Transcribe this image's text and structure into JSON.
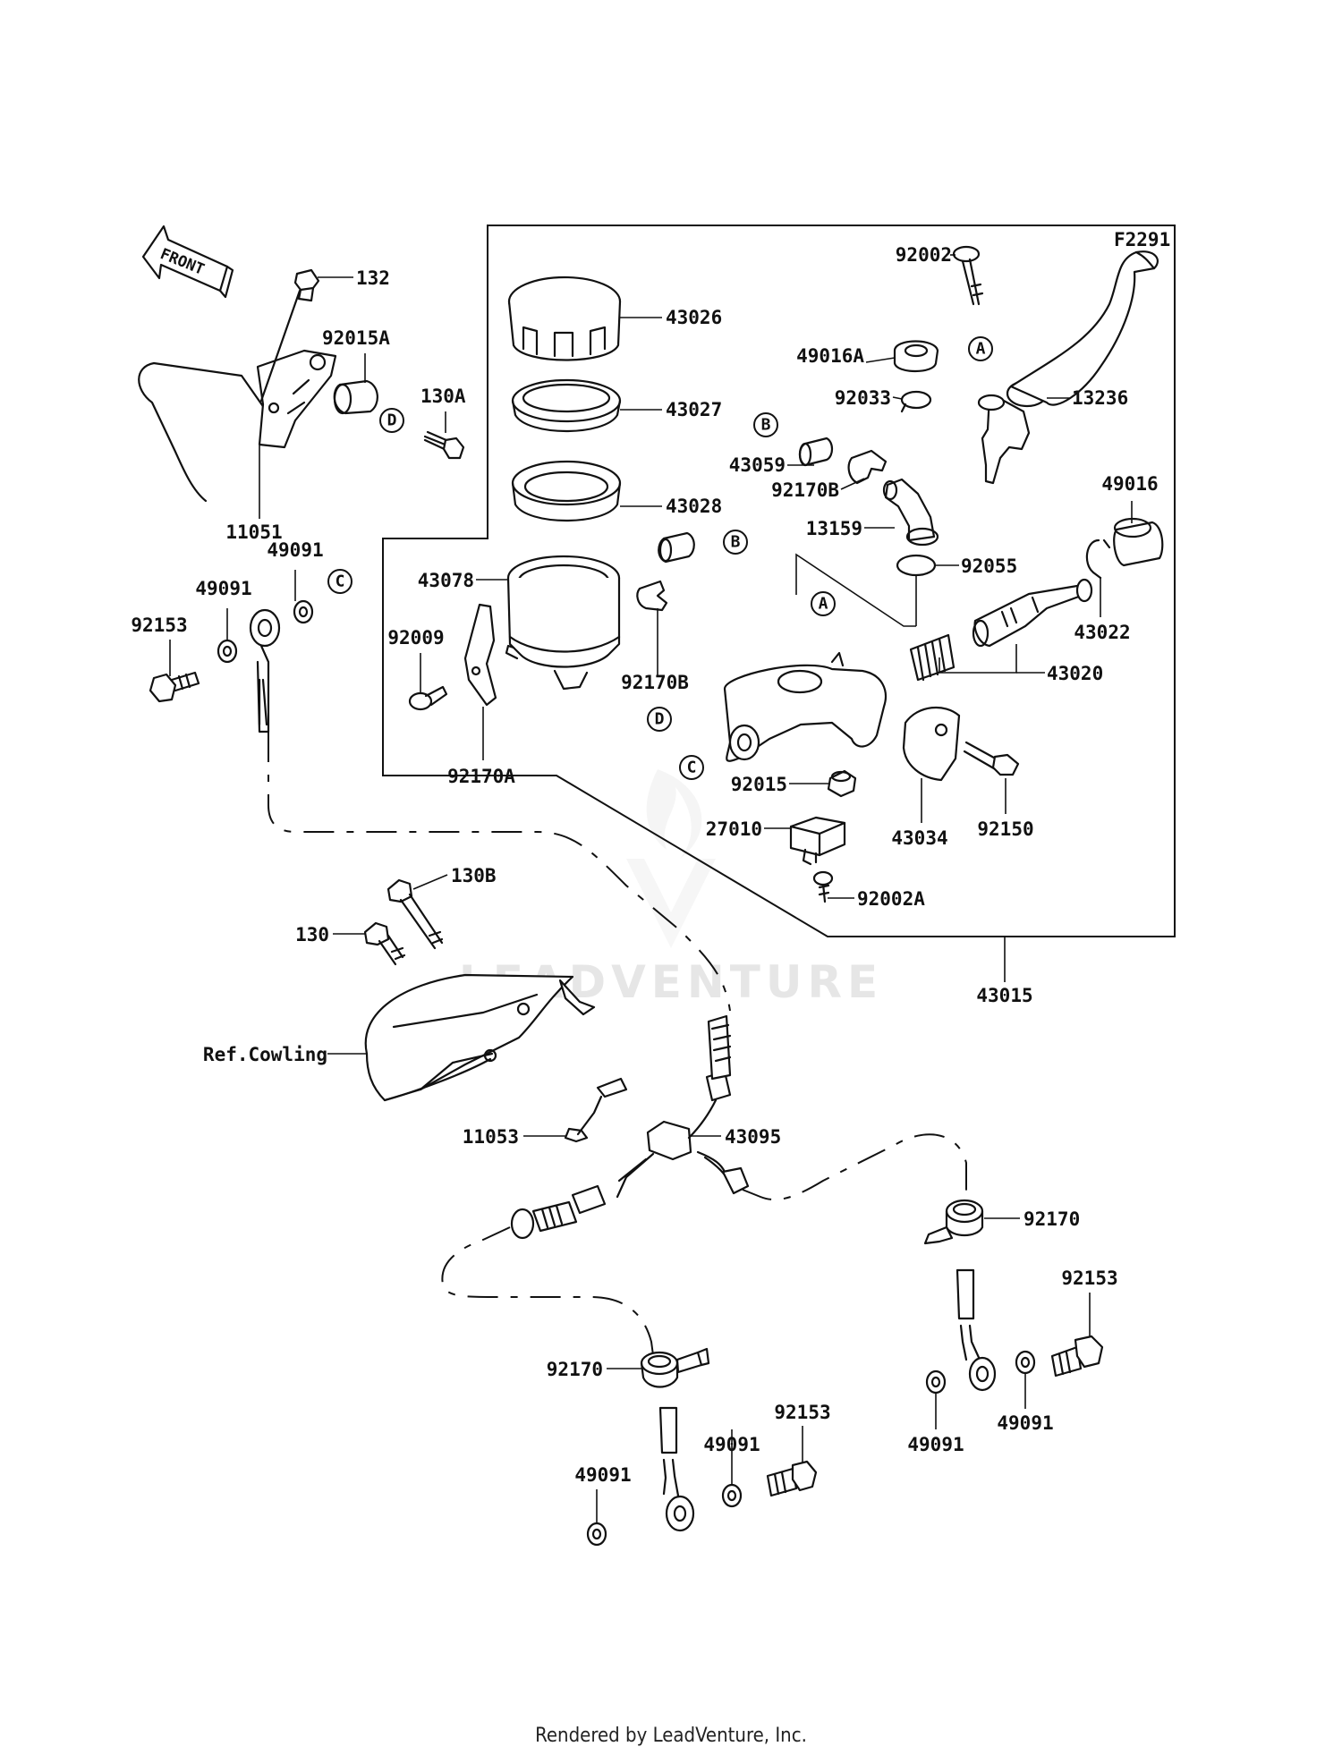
{
  "figure_code": "F2291",
  "front_label": "FRONT",
  "watermark": "LEADVENTURE",
  "footer": "Rendered by LeadVenture, Inc.",
  "ref_label": "Ref.Cowling",
  "callout_letters": [
    "A",
    "B",
    "C",
    "D"
  ],
  "parts": {
    "p132": "132",
    "p92015A": "92015A",
    "p130A": "130A",
    "p11051": "11051",
    "p49091_a": "49091",
    "p49091_b": "49091",
    "p92153_a": "92153",
    "p43026": "43026",
    "p43027": "43027",
    "p43028": "43028",
    "p43078": "43078",
    "p92009": "92009",
    "p92170A": "92170A",
    "p92170B_a": "92170B",
    "p92170B_b": "92170B",
    "p43059": "43059",
    "p49016A": "49016A",
    "p92033": "92033",
    "p13159": "13159",
    "p92002": "92002",
    "p13236": "13236",
    "p49016": "49016",
    "p92055": "92055",
    "p43022": "43022",
    "p43020": "43020",
    "p92015": "92015",
    "p27010": "27010",
    "p92002A": "92002A",
    "p43034": "43034",
    "p92150": "92150",
    "p43015": "43015",
    "p130B": "130B",
    "p130": "130",
    "p11053": "11053",
    "p43095": "43095",
    "p92170_a": "92170",
    "p92170_b": "92170",
    "p92153_b": "92153",
    "p92153_c": "92153",
    "p49091_c": "49091",
    "p49091_d": "49091",
    "p49091_e": "49091",
    "p49091_f": "49091"
  }
}
